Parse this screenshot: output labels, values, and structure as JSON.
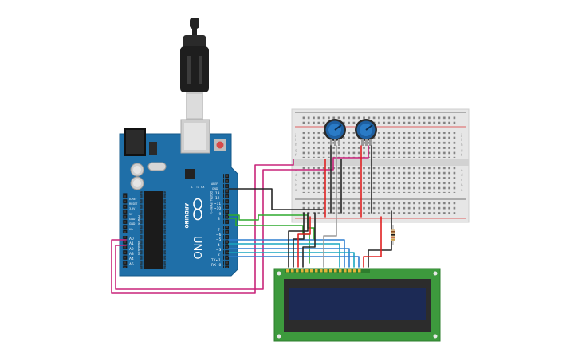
{
  "arduino": {
    "brand": "ARDUINO",
    "model": "UNO",
    "pins": {
      "aref": "AREF",
      "gnd": "GND",
      "d13": "13",
      "d12": "12",
      "d11": "~11",
      "d10": "~10",
      "d9": "~9",
      "d8": "8",
      "d7": "7",
      "d6": "~6",
      "d5": "~5",
      "d4": "4",
      "d3": "~3",
      "d2": "2",
      "tx": "TX←1",
      "rx": "RX→0",
      "ioref": "IOREF",
      "reset": "RESET",
      "v33": "3.3V",
      "v5": "5V",
      "gnd1": "GND",
      "gnd2": "GND",
      "vin": "Vin",
      "a0": "A0",
      "a1": "A1",
      "a2": "A2",
      "a3": "A3",
      "a4": "A4",
      "a5": "A5"
    },
    "section_power": "POWER",
    "section_analog": "ANALOG IN",
    "section_digital": "DIGITAL (PWM ~)",
    "led_tx": "TX",
    "led_rx": "RX",
    "led_l": "L"
  },
  "breadboard": {
    "rows_top": [
      "j",
      "i",
      "h",
      "g",
      "f"
    ],
    "rows_bottom": [
      "e",
      "d",
      "c",
      "b",
      "a"
    ]
  },
  "colors": {
    "board_blue": "#1f6fa8",
    "lcd_green": "#3d9a3d",
    "lcd_screen": "#1c2a55",
    "wire_red": "#e02020",
    "wire_black": "#262626",
    "wire_magenta": "#c8247a",
    "wire_green": "#2eaa2e",
    "wire_blue": "#2e7fd0",
    "wire_teal": "#1aa7c0",
    "wire_gray": "#9a9a9a"
  }
}
